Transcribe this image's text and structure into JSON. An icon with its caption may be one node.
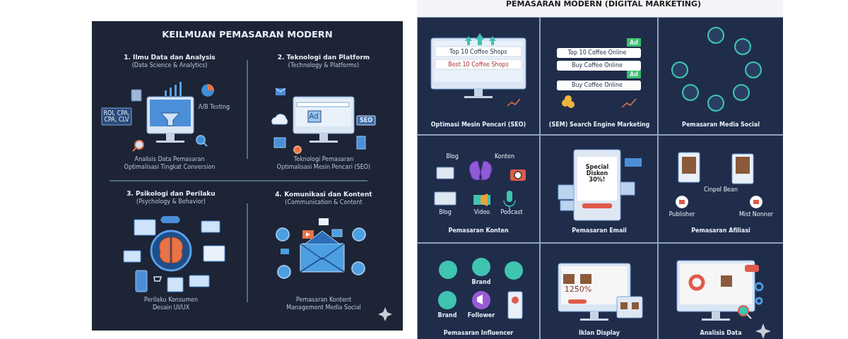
{
  "diagram": {
    "labels": [
      "KEILMUAN PEMASARAN MODERN",
      "1. Ilmu Data dan Analysis",
      "(Data Science & Analytics)",
      "ROI, CPA, CPA, CLV",
      "A/B Testing",
      "Analisis Data Pemasaran",
      "Optimalisasi Tingkat Conversion",
      "2. Teknologi dan Platform",
      "(Technology & Platforms)",
      "Ad",
      "SEO",
      "Teknologi Pemasaran",
      "Optimalisasi Mesin Pencari (SEO)",
      "3. Psikologi dan Perilaku",
      "(Psychology & Behavior)",
      "Perilaku Konsumen",
      "Desain UI/UX",
      "4. Komunikasi dan Kontent",
      "(Communication & Content",
      "Pemasaran Kontent",
      "Management Media Social",
      "PEMASARAN MODERN (DIGITAL MARKETING)",
      "Top 10 Coffee Shops",
      "Best 10 Coffee Shops",
      "Optimasi Mesin Pencari (SEO)",
      "Ad",
      "Top 10 Coffee Online",
      "Buy Coffee Online",
      "Ad",
      "Buy Coffee Online",
      "(SEM) Search Engine Marketing",
      "Pemasaran Media Social",
      "Blog",
      "Konten",
      "Blog",
      "Video",
      "Podcast",
      "Pemasaran Konten",
      "Special Diskon 30%!",
      "Pemasaran Email",
      "Cinpel Bean",
      "Publisher",
      "Mist Nonner",
      "Pemasaran Afiliasi",
      "Brand",
      "Brand",
      "Follower",
      "1250%",
      "Pemasaran Influencer",
      "Iklan Display",
      "Analisis Data"
    ]
  }
}
